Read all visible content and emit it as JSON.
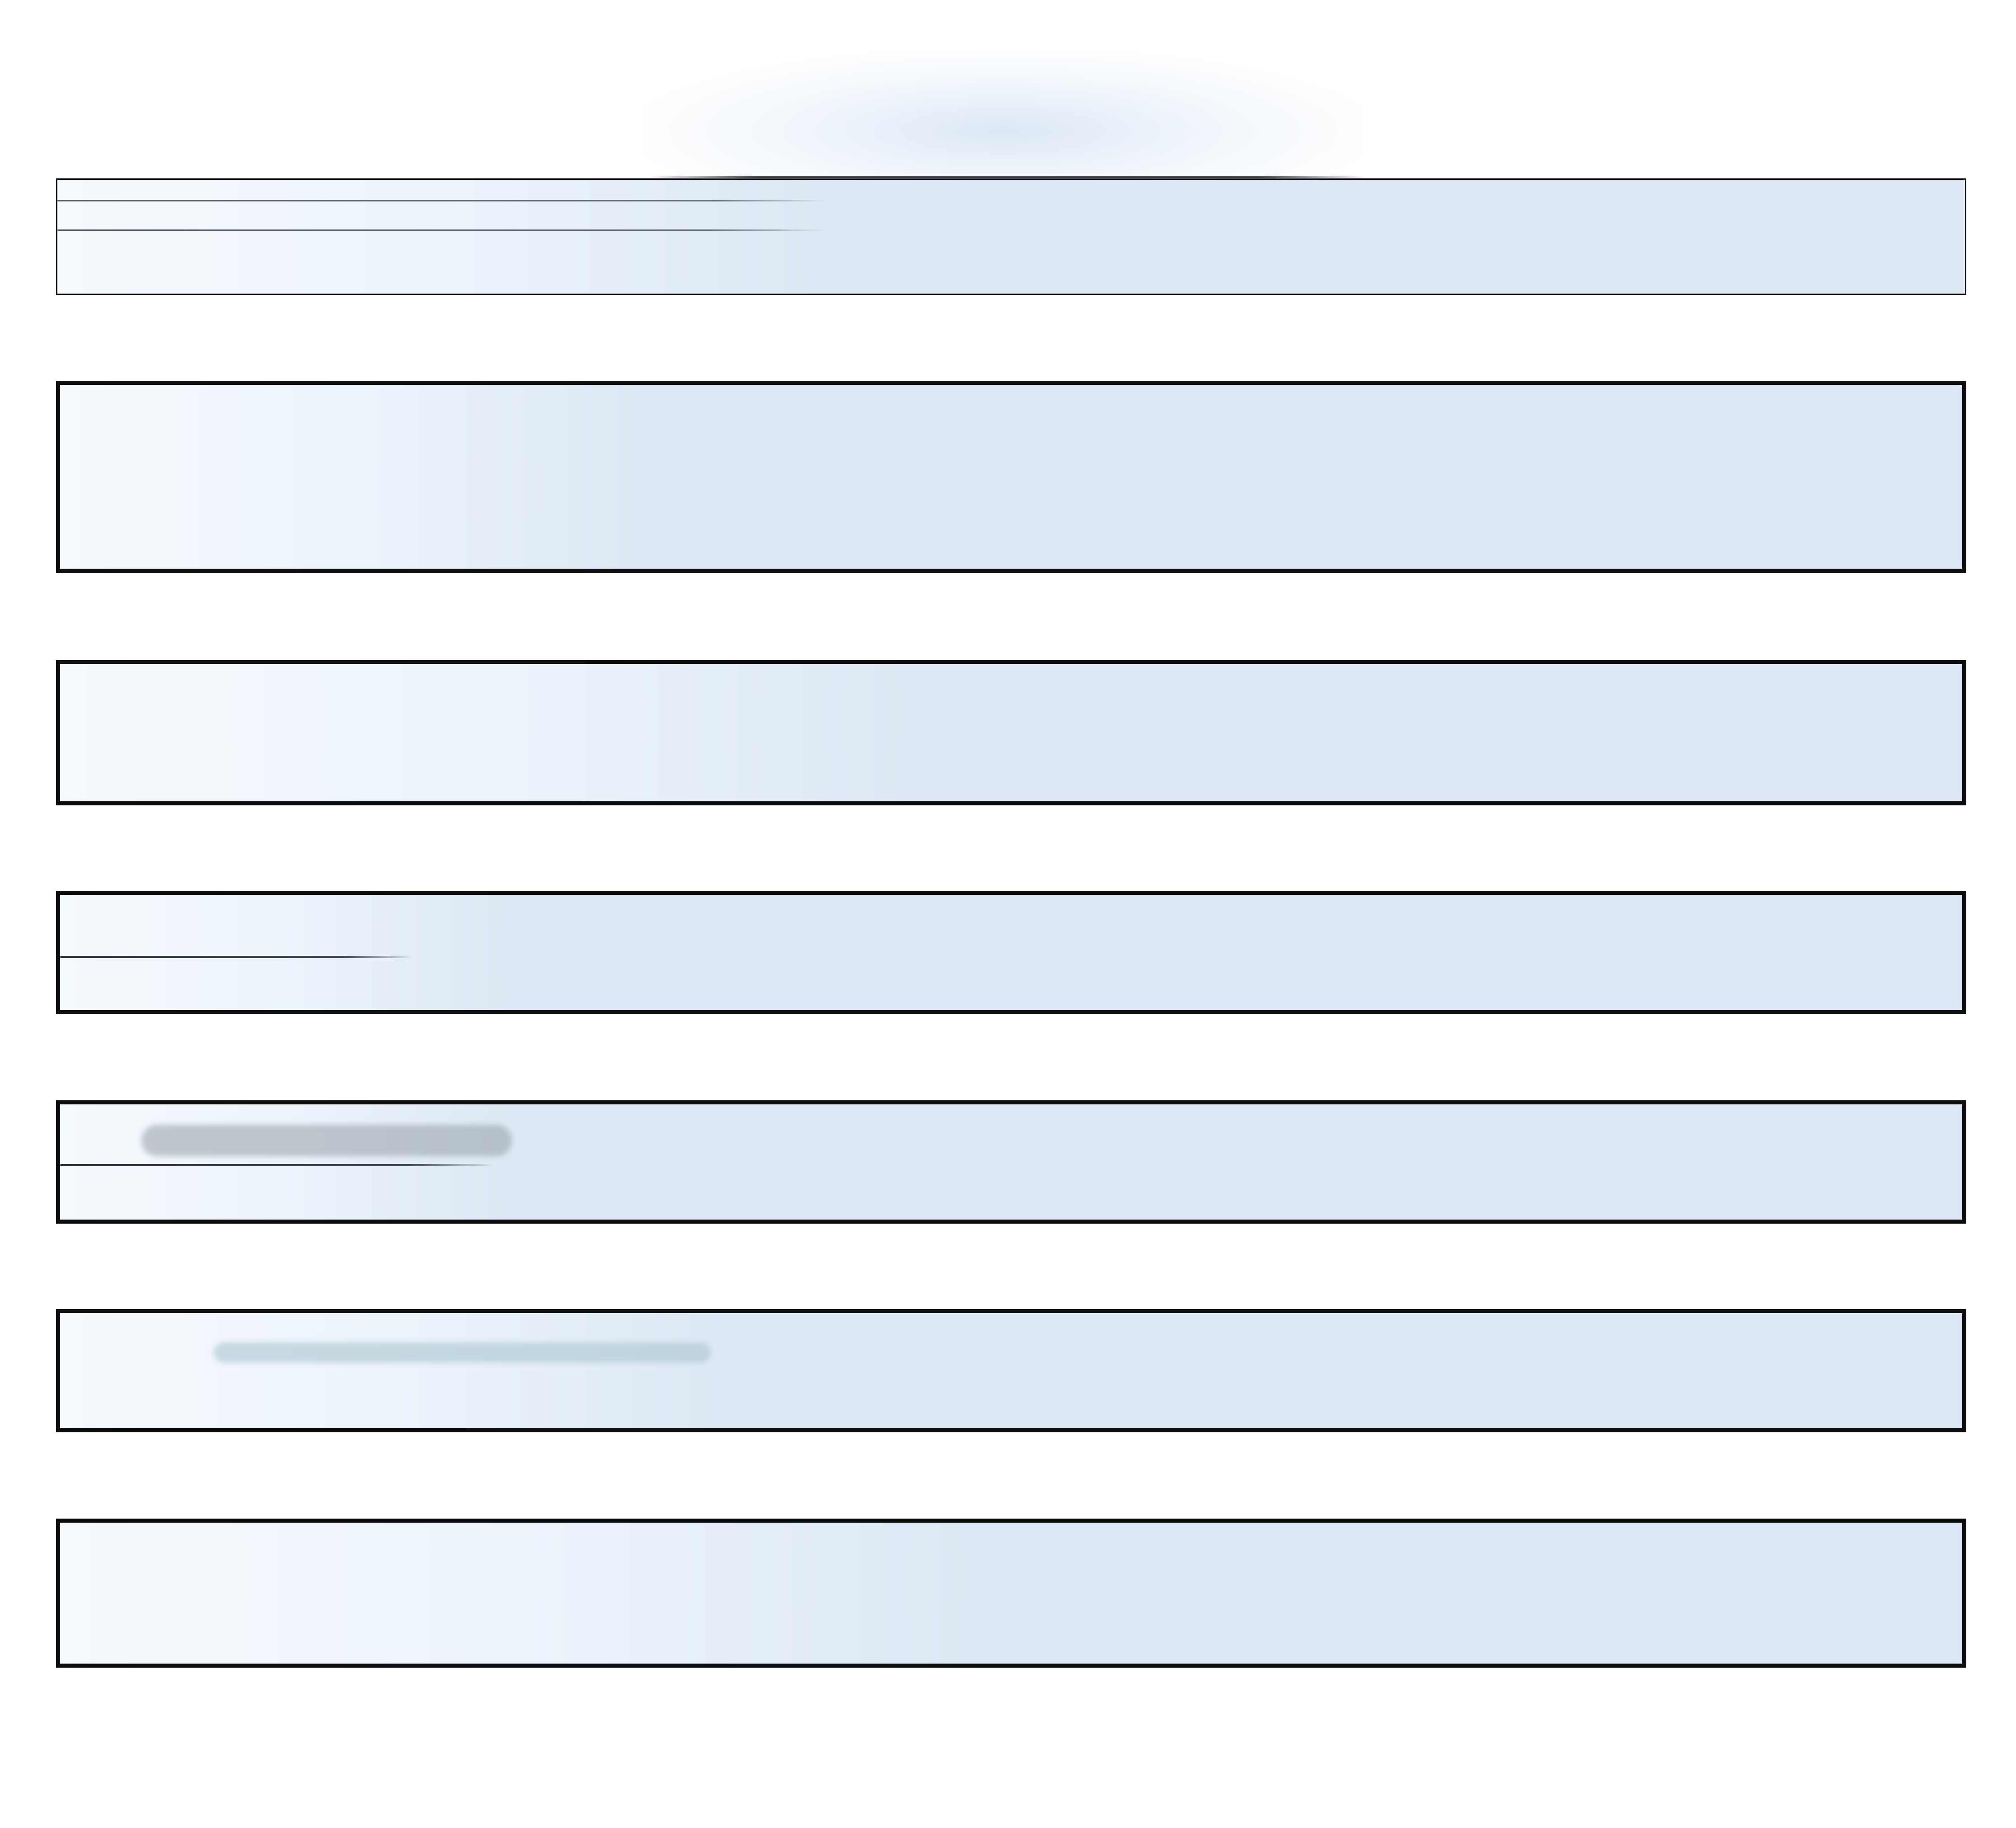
{
  "screen": {
    "background": "#ffffff",
    "field_fill": "#dde8f4",
    "border_color": "#0d0d0d"
  },
  "fields": [
    {
      "id": "field-1",
      "text": ""
    },
    {
      "id": "field-2",
      "text": ""
    },
    {
      "id": "field-3",
      "text": ""
    },
    {
      "id": "field-4",
      "text": ""
    },
    {
      "id": "field-5",
      "text": ""
    },
    {
      "id": "field-6",
      "text": ""
    },
    {
      "id": "field-7",
      "text": ""
    }
  ]
}
